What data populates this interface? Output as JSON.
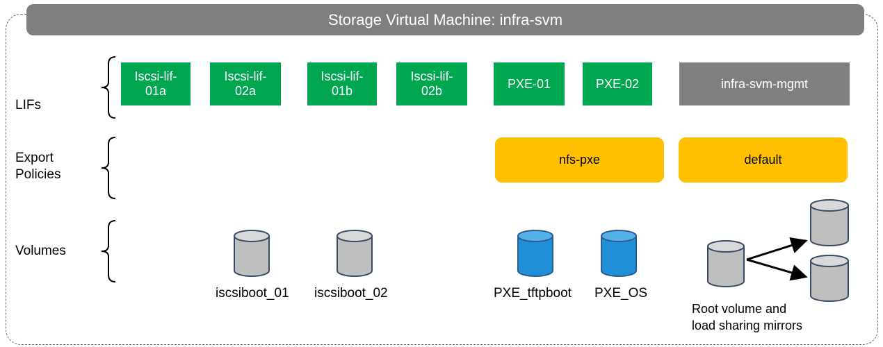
{
  "title": "Storage Virtual Machine: infra-svm",
  "rows": {
    "lifs": "LIFs",
    "export_policies": "Export\nPolicies",
    "volumes": "Volumes"
  },
  "lifs": [
    {
      "label": "Iscsi-lif-\n01a",
      "role": "iscsi"
    },
    {
      "label": "Iscsi-lif-\n02a",
      "role": "iscsi"
    },
    {
      "label": "Iscsi-lif-\n01b",
      "role": "iscsi"
    },
    {
      "label": "Iscsi-lif-\n02b",
      "role": "iscsi"
    },
    {
      "label": "PXE-01",
      "role": "pxe"
    },
    {
      "label": "PXE-02",
      "role": "pxe"
    },
    {
      "label": "infra-svm-mgmt",
      "role": "mgmt"
    }
  ],
  "export_policies": [
    {
      "label": "nfs-pxe"
    },
    {
      "label": "default"
    }
  ],
  "volumes": [
    {
      "label": "iscsiboot_01",
      "kind": "gray"
    },
    {
      "label": "iscsiboot_02",
      "kind": "gray"
    },
    {
      "label": "PXE_tftpboot",
      "kind": "blue"
    },
    {
      "label": "PXE_OS",
      "kind": "blue"
    }
  ],
  "root_volume_caption": "Root volume  and\nload sharing mirrors",
  "colors": {
    "lif_green": "#00a650",
    "mgmt_gray": "#7f7f7f",
    "policy_yellow": "#fec000",
    "volume_gray": "#bfbfbf",
    "volume_blue": "#1f8fd8",
    "title_bar": "#7f7f7f"
  }
}
